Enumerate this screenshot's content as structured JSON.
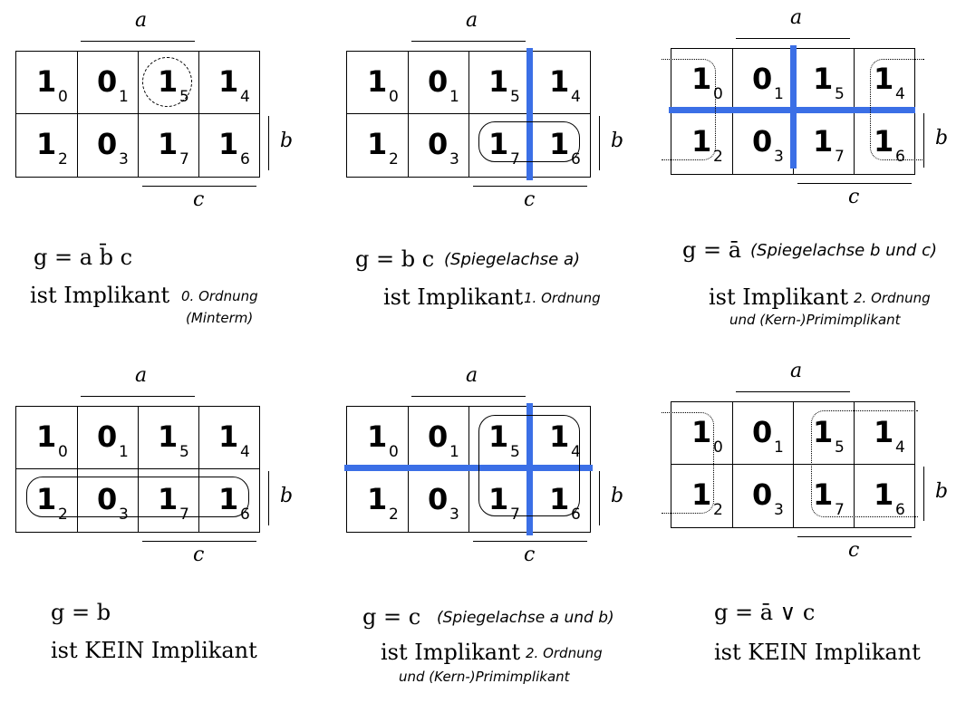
{
  "labels": {
    "a": "a",
    "b": "b",
    "c": "c"
  },
  "cells": [
    {
      "bit": "1",
      "idx": "0"
    },
    {
      "bit": "0",
      "idx": "1"
    },
    {
      "bit": "1",
      "idx": "5"
    },
    {
      "bit": "1",
      "idx": "4"
    },
    {
      "bit": "1",
      "idx": "2"
    },
    {
      "bit": "0",
      "idx": "3"
    },
    {
      "bit": "1",
      "idx": "7"
    },
    {
      "bit": "1",
      "idx": "6"
    }
  ],
  "panels": [
    {
      "formula": "g = a b̄ c",
      "statement": "ist Implikant",
      "note1": "0. Ordnung",
      "note2": "(Minterm)"
    },
    {
      "formula": "g = b c",
      "formula_note": "(Spiegelachse a)",
      "statement": "ist Implikant",
      "note1": "1. Ordnung"
    },
    {
      "formula": "g = ā",
      "formula_note": "(Spiegelachse b und c)",
      "statement": "ist Implikant",
      "note1": "2. Ordnung",
      "note2": "und (Kern-)Primimplikant"
    },
    {
      "formula": "g = b",
      "statement": "ist KEIN Implikant"
    },
    {
      "formula": "g = c",
      "formula_note": "(Spiegelachse a und b)",
      "statement": "ist Implikant",
      "note1": "2. Ordnung",
      "note2": "und (Kern-)Primimplikant"
    },
    {
      "formula": "g = ā ∨ c",
      "statement": "ist KEIN Implikant"
    }
  ]
}
